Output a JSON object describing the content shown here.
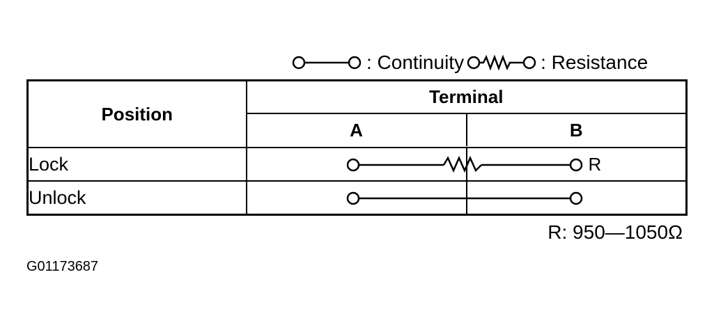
{
  "legend": {
    "continuity_label": ": Continuity",
    "resistance_label": ": Resistance",
    "continuity_symbol_icon": "continuity-symbol-icon",
    "resistance_symbol_icon": "resistance-symbol-icon"
  },
  "table": {
    "position_header": "Position",
    "terminal_header": "Terminal",
    "terminal_a": "A",
    "terminal_b": "B",
    "rows": [
      {
        "position": "Lock",
        "connection": "resistance",
        "label": "R"
      },
      {
        "position": "Unlock",
        "connection": "continuity",
        "label": ""
      }
    ]
  },
  "footnote": "R: 950—1050Ω",
  "figure_code": "G01173687"
}
